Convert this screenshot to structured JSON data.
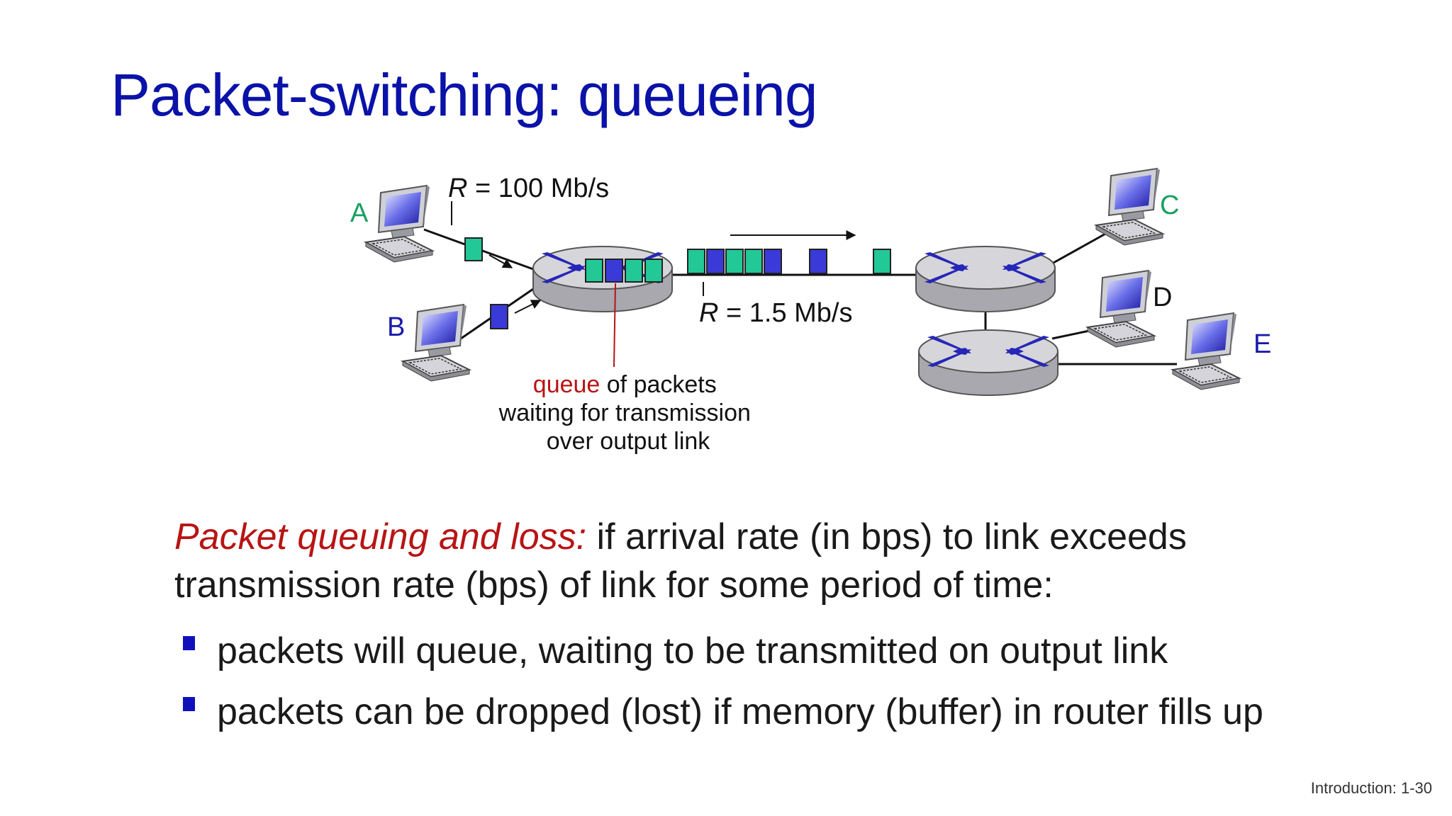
{
  "slide": {
    "title": "Packet-switching: queueing",
    "footer": "Introduction: 1-30"
  },
  "colors": {
    "title": "#0a12a8",
    "accent_red": "#b81414",
    "host_green": "#1aa060",
    "host_blue": "#1a1aa8",
    "packet_green": "#22c896",
    "packet_blue": "#3a3ad8",
    "router_fill": "#c8c8cc",
    "router_arrow": "#2626b8",
    "bullet": "#1111bb"
  },
  "diagram": {
    "hosts": {
      "a": "A",
      "b": "B",
      "c": "C",
      "d": "D",
      "e": "E"
    },
    "link_in": {
      "var": "R",
      "rest": " = 100 Mb/s"
    },
    "link_out": {
      "var": "R",
      "rest": " = 1.5 Mb/s"
    },
    "queue_caption": {
      "emph": "queue",
      "line1_rest": " of packets",
      "line2": "waiting for transmission",
      "line3": "over output link"
    }
  },
  "body": {
    "lead": "Packet queuing and loss:",
    "lead_rest": " if arrival rate (in bps) to link exceeds transmission rate (bps) of link for some period of time:",
    "bullets": [
      "packets will queue, waiting to be transmitted on output link",
      "packets can be dropped (lost) if memory (buffer) in router fills up"
    ]
  }
}
